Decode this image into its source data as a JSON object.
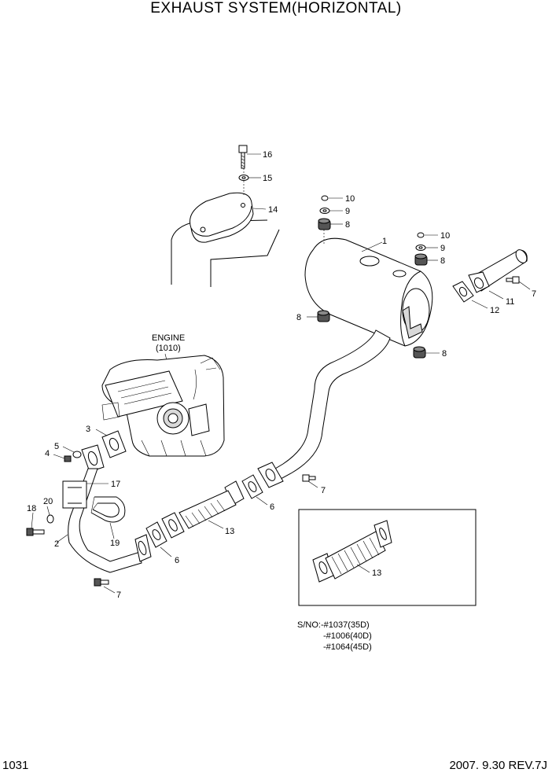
{
  "title": "EXHAUST SYSTEM(HORIZONTAL)",
  "page_number": "1031",
  "revision": "2007. 9.30  REV.7J",
  "engine_label": "ENGINE",
  "engine_ref": "(1010)",
  "serial_notes": [
    "S/NO:-#1037(35D)",
    "-#1006(40D)",
    "-#1064(45D)"
  ],
  "callouts": {
    "c16": "16",
    "c15": "15",
    "c14": "14",
    "c10a": "10",
    "c9a": "9",
    "c8a": "8",
    "c1": "1",
    "c10b": "10",
    "c9b": "9",
    "c8b": "8",
    "c7a": "7",
    "c11": "11",
    "c12": "12",
    "c8c": "8",
    "c8d": "8",
    "c3": "3",
    "c5": "5",
    "c4": "4",
    "c17": "17",
    "c20": "20",
    "c18": "18",
    "c2": "2",
    "c19": "19",
    "c13a": "13",
    "c6a": "6",
    "c6b": "6",
    "c7b": "7",
    "c7c": "7",
    "c13b": "13"
  }
}
